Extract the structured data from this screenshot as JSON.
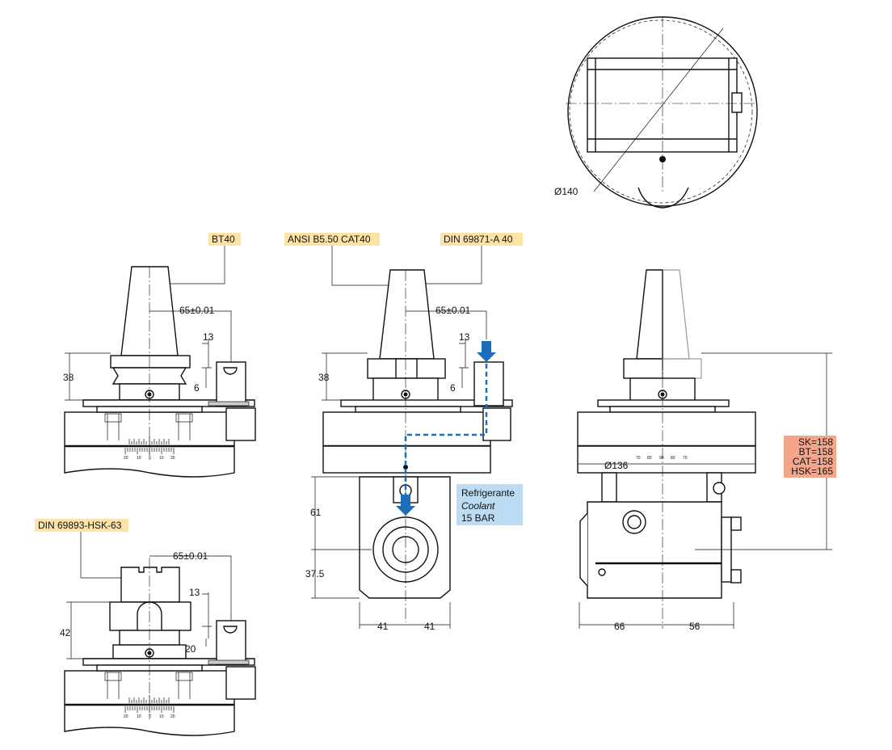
{
  "labels": {
    "bt40": "BT40",
    "ansi": "ANSI B5.50 CAT40",
    "din69871": "DIN 69871-A 40",
    "din69893": "DIN 69893-HSK-63",
    "diameter_top": "Ø140",
    "diameter_body": "Ø136"
  },
  "coolant": {
    "line1": "Refrigerante",
    "line2": "Coolant",
    "line3": "15 BAR"
  },
  "lengths": {
    "sk": "SK=158",
    "bt": "BT=158",
    "cat": "CAT=158",
    "hsk": "HSK=165"
  },
  "dimensions": {
    "offset": "65±0.01",
    "d13": "13",
    "d6": "6",
    "d38": "38",
    "d42": "42",
    "d20": "20",
    "d61": "61",
    "d37_5": "37.5",
    "d41": "41",
    "d66": "66",
    "d56": "56"
  },
  "scale_left": [
    "20",
    "10",
    "0",
    "10",
    "20"
  ],
  "scale_right": [
    "70",
    "80",
    "90",
    "80",
    "70"
  ],
  "colors": {
    "label_bg": "#fde3a7",
    "coolant_bg": "#bcdcf3",
    "length_bg": "#f4a58a",
    "coolant_arrow": "#1a6fb8"
  }
}
